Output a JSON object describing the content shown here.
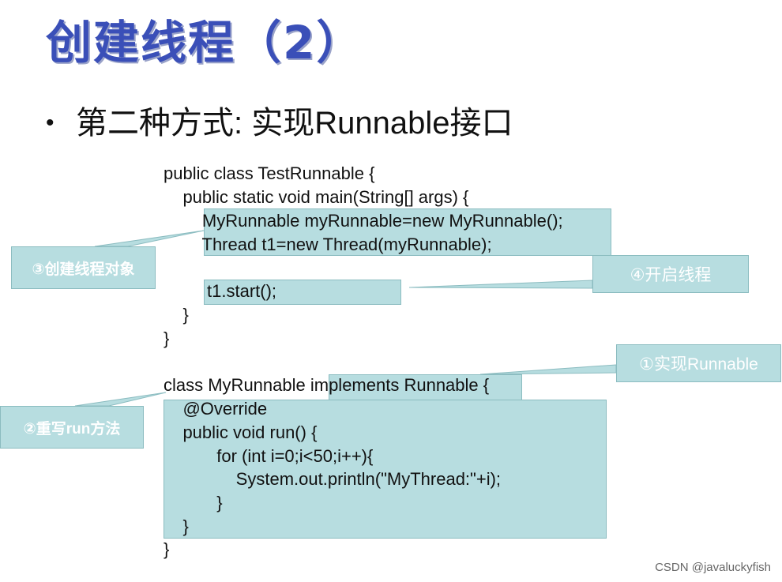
{
  "slide": {
    "title": "创建线程（2）",
    "bullet": "第二种方式: 实现Runnable接口"
  },
  "code": [
    "public class TestRunnable {",
    "    public static void main(String[] args) {",
    "        MyRunnable myRunnable=new MyRunnable();",
    "        Thread t1=new Thread(myRunnable);",
    "",
    "         t1.start();",
    "    }",
    "}",
    "",
    "class MyRunnable implements Runnable {",
    "    @Override",
    "    public void run() {",
    "           for (int i=0;i<50;i++){",
    "               System.out.println(\"MyThread:\"+i);",
    "           }",
    "    }",
    "}"
  ],
  "callouts": {
    "create_object": "③创建线程对象",
    "start_thread": "④开启线程",
    "implement": "①实现Runnable",
    "override": "②重写run方法"
  },
  "watermark": "CSDN @javaluckyfish",
  "colors": {
    "title": "#3a4fb8",
    "highlight": "#b7dde0"
  }
}
